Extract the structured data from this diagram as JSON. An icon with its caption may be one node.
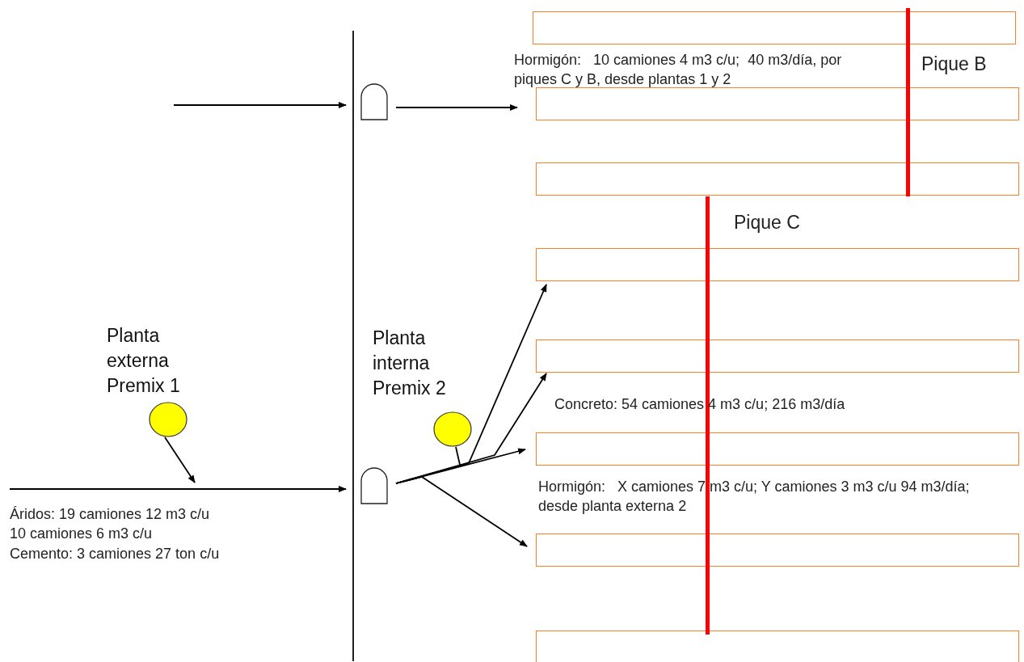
{
  "diagram": {
    "nodes": [
      {
        "text": [],
        "shape": "arch"
      },
      {
        "text": [],
        "shape": "arch"
      },
      {
        "text": [
          "Planta externa Premix 1"
        ]
      },
      {
        "text": [
          "Planta interna Premix 2"
        ]
      },
      {
        "text": [],
        "shape": "box"
      },
      {
        "text": [],
        "shape": "box"
      },
      {
        "text": [],
        "shape": "box"
      },
      {
        "text": [],
        "shape": "box"
      },
      {
        "text": [],
        "shape": "box"
      },
      {
        "text": [],
        "shape": "box"
      },
      {
        "text": [],
        "shape": "box"
      },
      {
        "text": [],
        "shape": "box"
      },
      {
        "text": [],
        "shape": "bar",
        "beside": [
          "Pique B"
        ]
      },
      {
        "text": [],
        "shape": "bar"
      }
    ],
    "edges": [
      {
        "from": null,
        "to": 0,
        "arrow": "to"
      },
      {
        "from": 0,
        "to": 5,
        "arrow": "to"
      },
      {
        "from": null,
        "to": 1,
        "arrow": "to"
      },
      {
        "from": 2,
        "to": null,
        "arrow": "to"
      },
      {
        "from": 1,
        "to": 7,
        "arrow": "to"
      },
      {
        "from": 1,
        "to": 8,
        "arrow": "to"
      },
      {
        "from": 1,
        "to": 9,
        "arrow": "to"
      },
      {
        "from": 1,
        "to": 10,
        "arrow": "to"
      },
      {
        "from": 3,
        "to": null,
        "arrow": "none"
      }
    ],
    "labels": [
      "Hormigón:   10 camiones 4 m3 c/u;  40 m3/día, por piques C y B, desde plantas 1 y 2",
      "Pique C",
      "Concreto: 54 camiones 4 m3 c/u; 216 m3/día",
      "Hormigón:   X camiones 7 m3 c/u; Y camiones 3 m3 c/u 94 m3/día; desde planta externa 2",
      "Áridos: 19 camiones 12 m3 c/u 10 camiones 6 m3 c/u",
      "Cemento: 3 camiones 27 ton c/u"
    ]
  }
}
